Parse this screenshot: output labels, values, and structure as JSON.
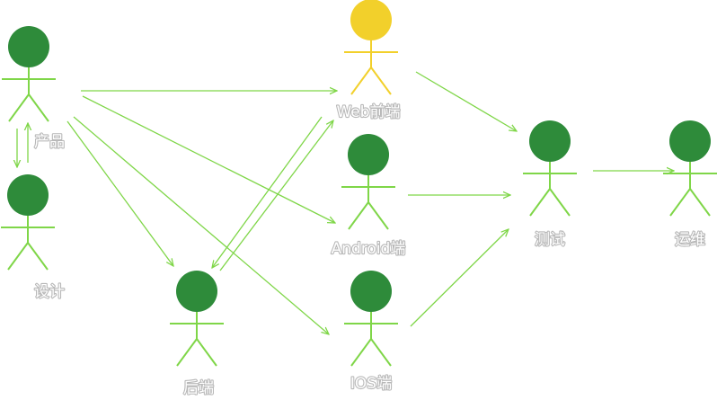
{
  "colors": {
    "actor": "#2e8b3a",
    "actor_stroke": "#7fd648",
    "highlight": "#f2d02b",
    "highlight_stroke": "#f2d02b",
    "arrow": "#7fd648"
  },
  "actors": [
    {
      "id": "product",
      "label": "产品",
      "icon": "stick-figure-icon"
    },
    {
      "id": "design",
      "label": "设计",
      "icon": "stick-figure-icon"
    },
    {
      "id": "backend",
      "label": "后端",
      "icon": "stick-figure-icon"
    },
    {
      "id": "web",
      "label": "Web前端",
      "icon": "stick-figure-icon",
      "highlighted": true
    },
    {
      "id": "android",
      "label": "Android端",
      "icon": "stick-figure-icon"
    },
    {
      "id": "ios",
      "label": "IOS端",
      "icon": "stick-figure-icon"
    },
    {
      "id": "test",
      "label": "测试",
      "icon": "stick-figure-icon"
    },
    {
      "id": "ops",
      "label": "运维",
      "icon": "stick-figure-icon"
    }
  ],
  "edges": [
    {
      "from": "product",
      "to": "web"
    },
    {
      "from": "product",
      "to": "android"
    },
    {
      "from": "product",
      "to": "backend"
    },
    {
      "from": "product",
      "to": "ios"
    },
    {
      "from": "product",
      "to": "design"
    },
    {
      "from": "design",
      "to": "product"
    },
    {
      "from": "backend",
      "to": "web"
    },
    {
      "from": "web",
      "to": "backend"
    },
    {
      "from": "web",
      "to": "test"
    },
    {
      "from": "android",
      "to": "test"
    },
    {
      "from": "ios",
      "to": "test"
    },
    {
      "from": "test",
      "to": "ops"
    }
  ]
}
